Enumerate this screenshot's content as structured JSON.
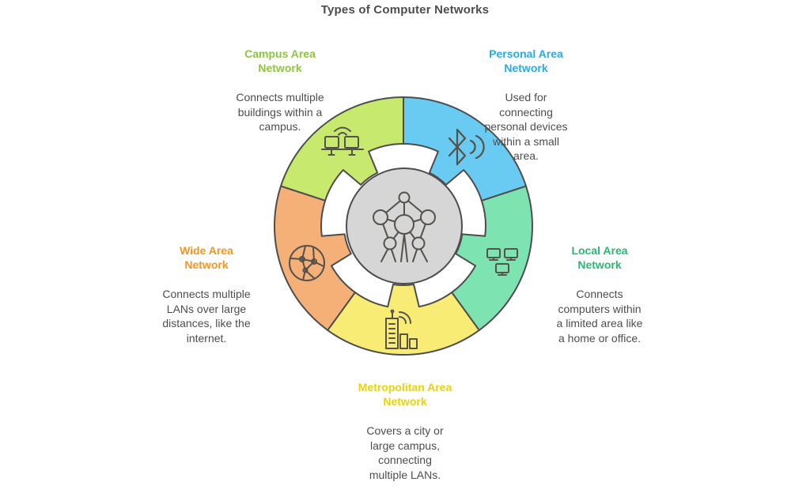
{
  "title": "Types of Computer Networks",
  "diagram": {
    "outline_color": "#4D4D4D",
    "icon_stroke": "#55514B",
    "center_fill": "#D6D6D6",
    "center_icon": "network-hub-icon",
    "segments": [
      {
        "name": "Campus Area Network",
        "heading": "Campus Area\nNetwork",
        "description": "Connects multiple\nbuildings within a\ncampus.",
        "fill": "#C6E96E",
        "label_color": "#8CC63F",
        "icon": "campus-computers-wifi-icon",
        "position": "top-left"
      },
      {
        "name": "Personal Area Network",
        "heading": "Personal Area\nNetwork",
        "description": "Used for\nconnecting\npersonal devices\nwithin a small\narea.",
        "fill": "#69CBF1",
        "label_color": "#29ABE2",
        "icon": "bluetooth-signal-icon",
        "position": "top-right"
      },
      {
        "name": "Local Area Network",
        "heading": "Local Area\nNetwork",
        "description": "Connects\ncomputers within\na limited area like\na home or office.",
        "fill": "#7DE3B0",
        "label_color": "#2BB673",
        "icon": "lan-computers-icon",
        "position": "right"
      },
      {
        "name": "Metropolitan Area Network",
        "heading": "Metropolitan Area\nNetwork",
        "description": "Covers a city or\nlarge campus,\nconnecting\nmultiple LANs.",
        "fill": "#F8EC74",
        "label_color": "#E8D20F",
        "icon": "city-buildings-wifi-icon",
        "position": "bottom"
      },
      {
        "name": "Wide Area Network",
        "heading": "Wide Area\nNetwork",
        "description": "Connects multiple\nLANs over large\ndistances, like the\ninternet.",
        "fill": "#F5B078",
        "label_color": "#F7941E",
        "icon": "globe-network-icon",
        "position": "left"
      }
    ]
  }
}
